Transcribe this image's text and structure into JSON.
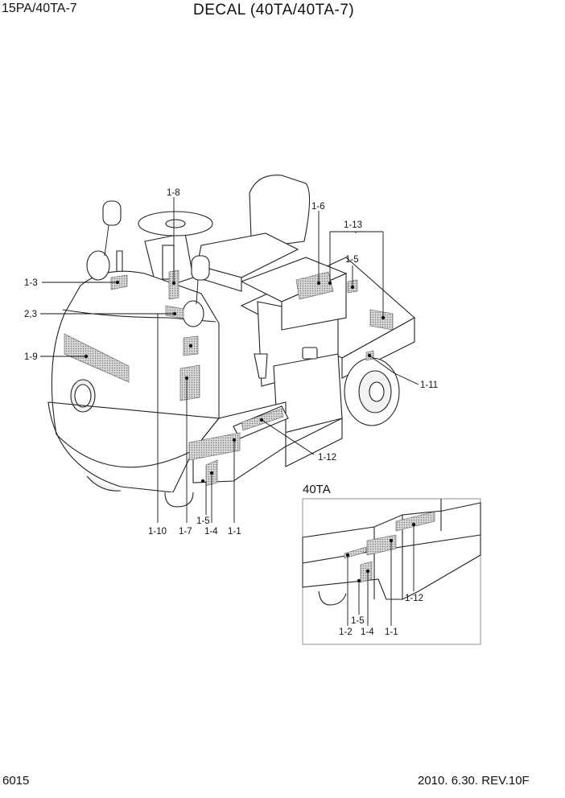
{
  "header": {
    "model": "15PA/40TA-7",
    "title": "DECAL (40TA/40TA-7)"
  },
  "footer": {
    "page": "6015",
    "revision": "2010. 6.30.  REV.10F"
  },
  "main_labels": {
    "p1_8": "1-8",
    "p1_6": "1-6",
    "p1_13": "1-13",
    "p1_5_top": "1-5",
    "p1_3": "1-3",
    "p2_3": "2,3",
    "p1_9": "1-9",
    "p1_11": "1-11",
    "p1_12": "1-12",
    "p1_10": "1-10",
    "p1_7": "1-7",
    "p1_5_bottom": "1-5",
    "p1_4": "1-4",
    "p1_1": "1-1"
  },
  "inset": {
    "title": "40TA",
    "labels": {
      "p1_12": "1-12",
      "p1_5": "1-5",
      "p1_2": "1-2",
      "p1_4": "1-4",
      "p1_1": "1-1"
    }
  }
}
